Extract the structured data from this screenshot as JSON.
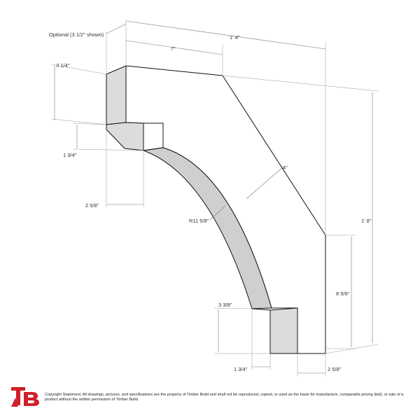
{
  "drawing": {
    "optional_note": "Optional (3 1/2\" shown)",
    "dimensions": {
      "overall_width": "1' 4\"",
      "top_width": "7\"",
      "top_height": "3 1/4\"",
      "step_height": "1 3/4\"",
      "step_depth": "2 5/8\"",
      "arc_thickness": "4\"",
      "arc_radius": "R11 5/8\"",
      "overall_height": "1' 8\"",
      "leg_height": "8 5/8\"",
      "foot_height": "3 3/8\"",
      "foot_width": "1 3/4\"",
      "leg_depth": "2 5/8\""
    }
  },
  "footer": {
    "logo_text": "TB",
    "brand_color": "#d0202a",
    "copyright": "Copyright Statement: All drawings, pictures, and specifications are the property of Timber Build and shall not be reproduced, copied, or used as the basis for manufacture, comparable pricing (bid), or sale of a product without the written permission of Timber Build."
  }
}
